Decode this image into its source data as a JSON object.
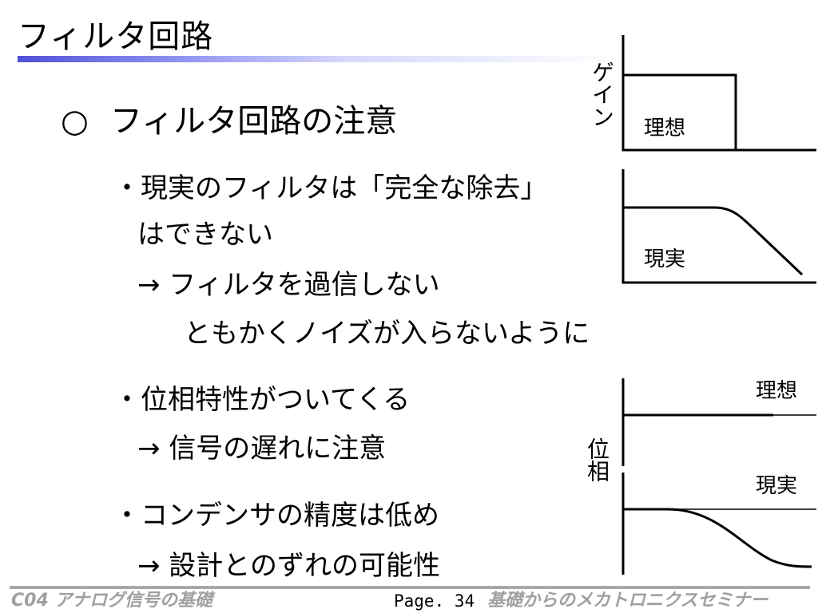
{
  "slide": {
    "title": "フィルタ回路",
    "heading_marker": "○",
    "heading": "フィルタ回路の注意"
  },
  "points": [
    {
      "bullet": "・現実のフィルタは「完全な除去」",
      "lines": [
        "はできない",
        "→ フィルタを過信しない",
        "ともかくノイズが入らないように"
      ]
    },
    {
      "bullet": "・位相特性がついてくる",
      "lines": [
        "→ 信号の遅れに注意"
      ]
    },
    {
      "bullet": "・コンデンサの精度は低め",
      "lines": [
        "→  設計とのずれの可能性"
      ]
    }
  ],
  "figures": {
    "gain_axis_label": "ゲイン",
    "gain_ideal_label": "理想",
    "gain_real_label": "現実",
    "phase_axis_label": "位相",
    "phase_ideal_label": "理想",
    "phase_real_label": "現実"
  },
  "footer": {
    "left": "C04 アナログ信号の基礎",
    "page": "Page. 34",
    "right": "基礎からのメカトロニクスセミナー"
  },
  "colors": {
    "title_underline": "#4f50d6",
    "footer_text": "#a0a0a0",
    "footer_rule": "#a8a8a8"
  }
}
